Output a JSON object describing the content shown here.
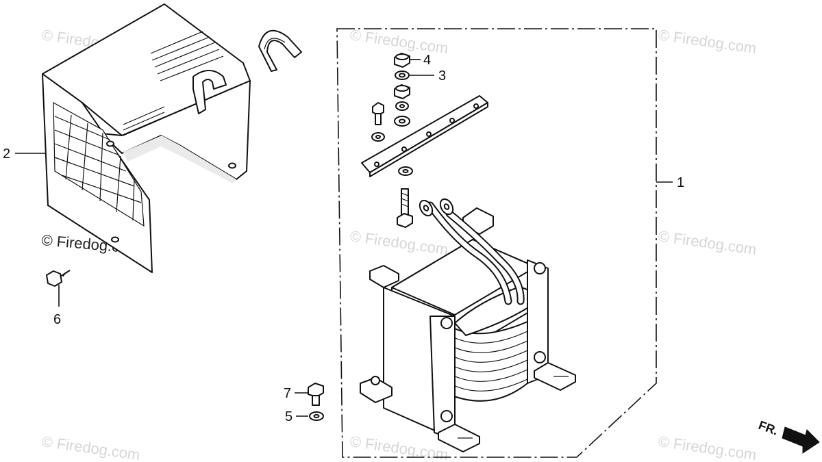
{
  "watermarks": [
    "© Firedog.com",
    "© Firedog.com",
    "© Firedog.com",
    "© Firedog.com",
    "© Firedog.com",
    "© Firedog.com",
    "© Firedog.com",
    "© Firedog.com",
    "© Firedog.com"
  ],
  "callouts": [
    "1",
    "2",
    "3",
    "4",
    "5",
    "6",
    "7"
  ],
  "direction_label": "FR."
}
